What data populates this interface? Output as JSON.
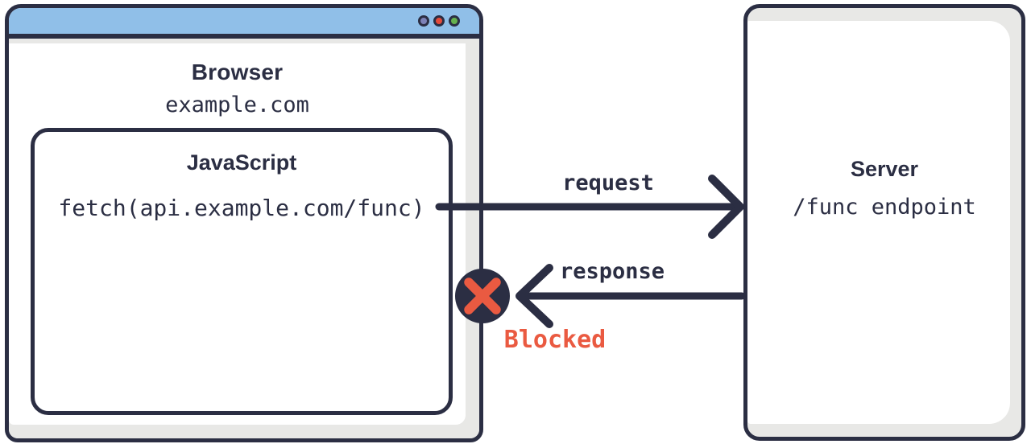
{
  "diagram_title": "Cross-origin request blocked diagram",
  "browser_window": {
    "title": "Browser",
    "url": "example.com",
    "window_dots": [
      "purple",
      "red",
      "green"
    ],
    "javascript_box": {
      "title": "JavaScript",
      "code": "fetch(api.example.com/func)"
    }
  },
  "server_box": {
    "title": "Server",
    "endpoint": "/func endpoint"
  },
  "flow": {
    "request_label": "request",
    "response_label": "response",
    "blocked_label": "Blocked",
    "request_direction": "browser-to-server",
    "response_direction": "server-to-browser",
    "response_blocked": true
  },
  "colors": {
    "ink": "#2b2e43",
    "titlebar-blue": "#90bfe8",
    "panel-gray": "#e8e8e6",
    "blocked-coral": "#ea5a41",
    "dot-purple": "#7d82b7",
    "dot-red": "#e54b3b",
    "dot-green": "#66b14e",
    "white": "#ffffff"
  }
}
